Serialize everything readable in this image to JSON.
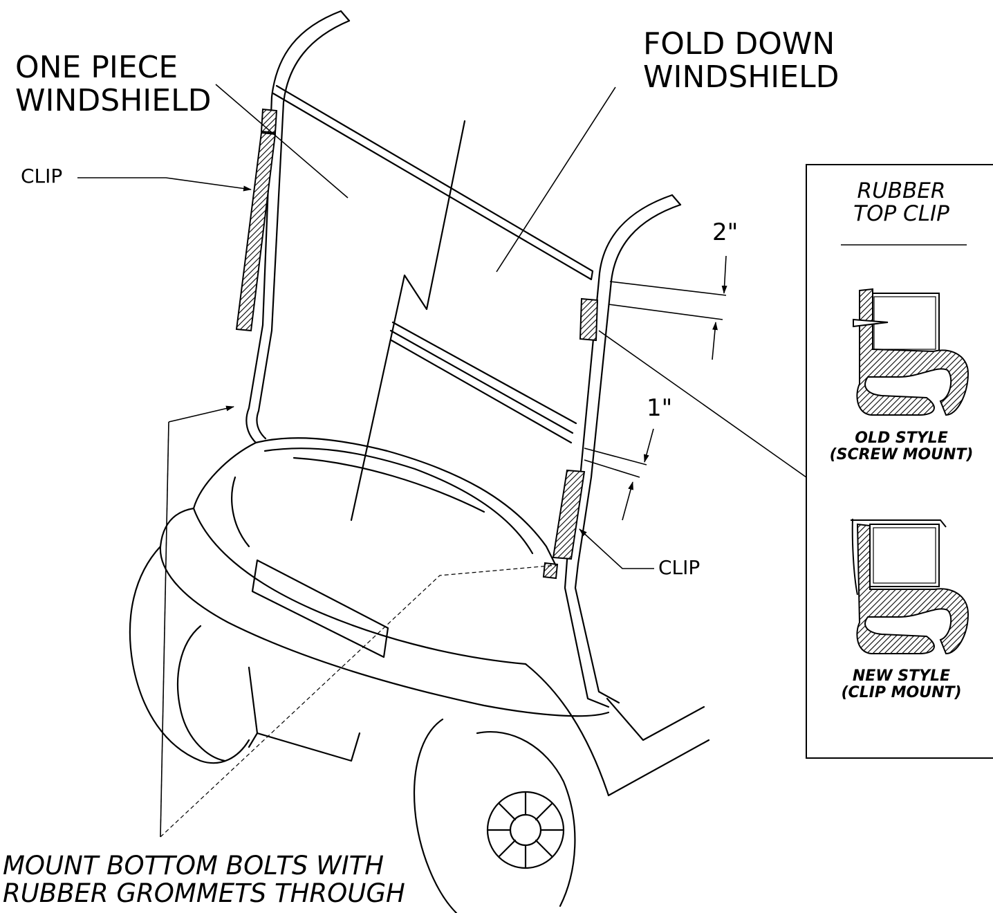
{
  "labels": {
    "one_piece": [
      "ONE PIECE",
      "WINDSHIELD"
    ],
    "fold_down": [
      "FOLD DOWN",
      "WINDSHIELD"
    ],
    "clip_left": "CLIP",
    "clip_right": "CLIP",
    "dim_top": "2\"",
    "dim_bottom": "1\"",
    "mount_note": [
      "MOUNT BOTTOM BOLTS WITH",
      "RUBBER GROMMETS THROUGH"
    ]
  },
  "legend": {
    "title": [
      "RUBBER",
      "TOP CLIP"
    ],
    "old_style": [
      "OLD STYLE",
      "(SCREW MOUNT)"
    ],
    "new_style": [
      "NEW STYLE",
      "(CLIP MOUNT)"
    ]
  },
  "colors": {
    "line": "#000000",
    "hatch": "#000000",
    "background": "#ffffff"
  }
}
